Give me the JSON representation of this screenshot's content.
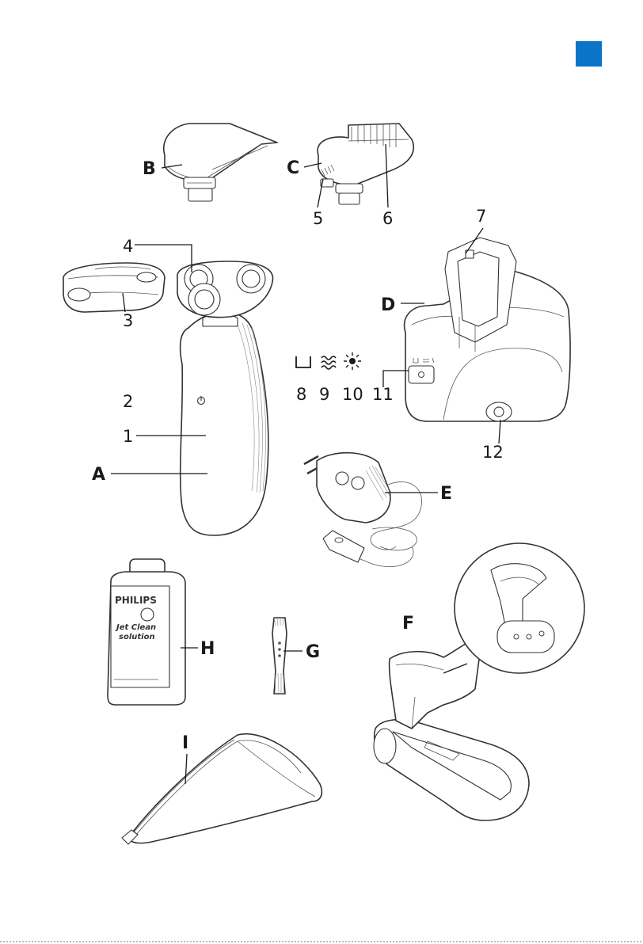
{
  "page": {
    "accent_color": "#0a74c8",
    "line_color": "#1a1a1a"
  },
  "letter_labels": {
    "A": "A",
    "B": "B",
    "C": "C",
    "D": "D",
    "E": "E",
    "F": "F",
    "G": "G",
    "H": "H",
    "I": "I"
  },
  "number_labels": {
    "n1": "1",
    "n2": "2",
    "n3": "3",
    "n4": "4",
    "n5": "5",
    "n6": "6",
    "n7": "7",
    "n8": "8",
    "n9": "9",
    "n10": "10",
    "n11": "11",
    "n12": "12"
  },
  "bottle": {
    "brand": "PHILIPS",
    "product_line1": "Jet Clean",
    "product_line2": "solution"
  },
  "icons": {
    "icon8": "cleaning-cup-icon",
    "icon9": "liquid-waves-icon",
    "icon10": "sun-dry-icon"
  }
}
